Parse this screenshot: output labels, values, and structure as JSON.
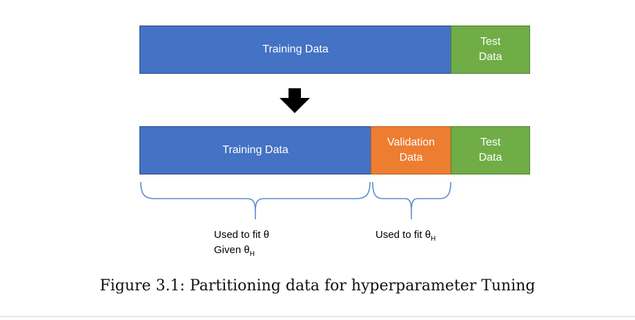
{
  "top_row": {
    "training": "Training Data",
    "test_line1": "Test",
    "test_line2": "Data"
  },
  "bottom_row": {
    "training": "Training Data",
    "validation_line1": "Validation",
    "validation_line2": "Data",
    "test_line1": "Test",
    "test_line2": "Data"
  },
  "annotations": {
    "train_use_line1": "Used to fit θ",
    "train_use_line2_prefix": "Given θ",
    "train_use_line2_sub": "H",
    "val_use_prefix": "Used to fit θ",
    "val_use_sub": "H"
  },
  "caption": "Figure 3.1: Partitioning data for hyperparameter Tuning",
  "colors": {
    "training": "#4472c4",
    "test": "#70ad47",
    "validation": "#ed7d31",
    "brace": "#5b8bd0"
  }
}
